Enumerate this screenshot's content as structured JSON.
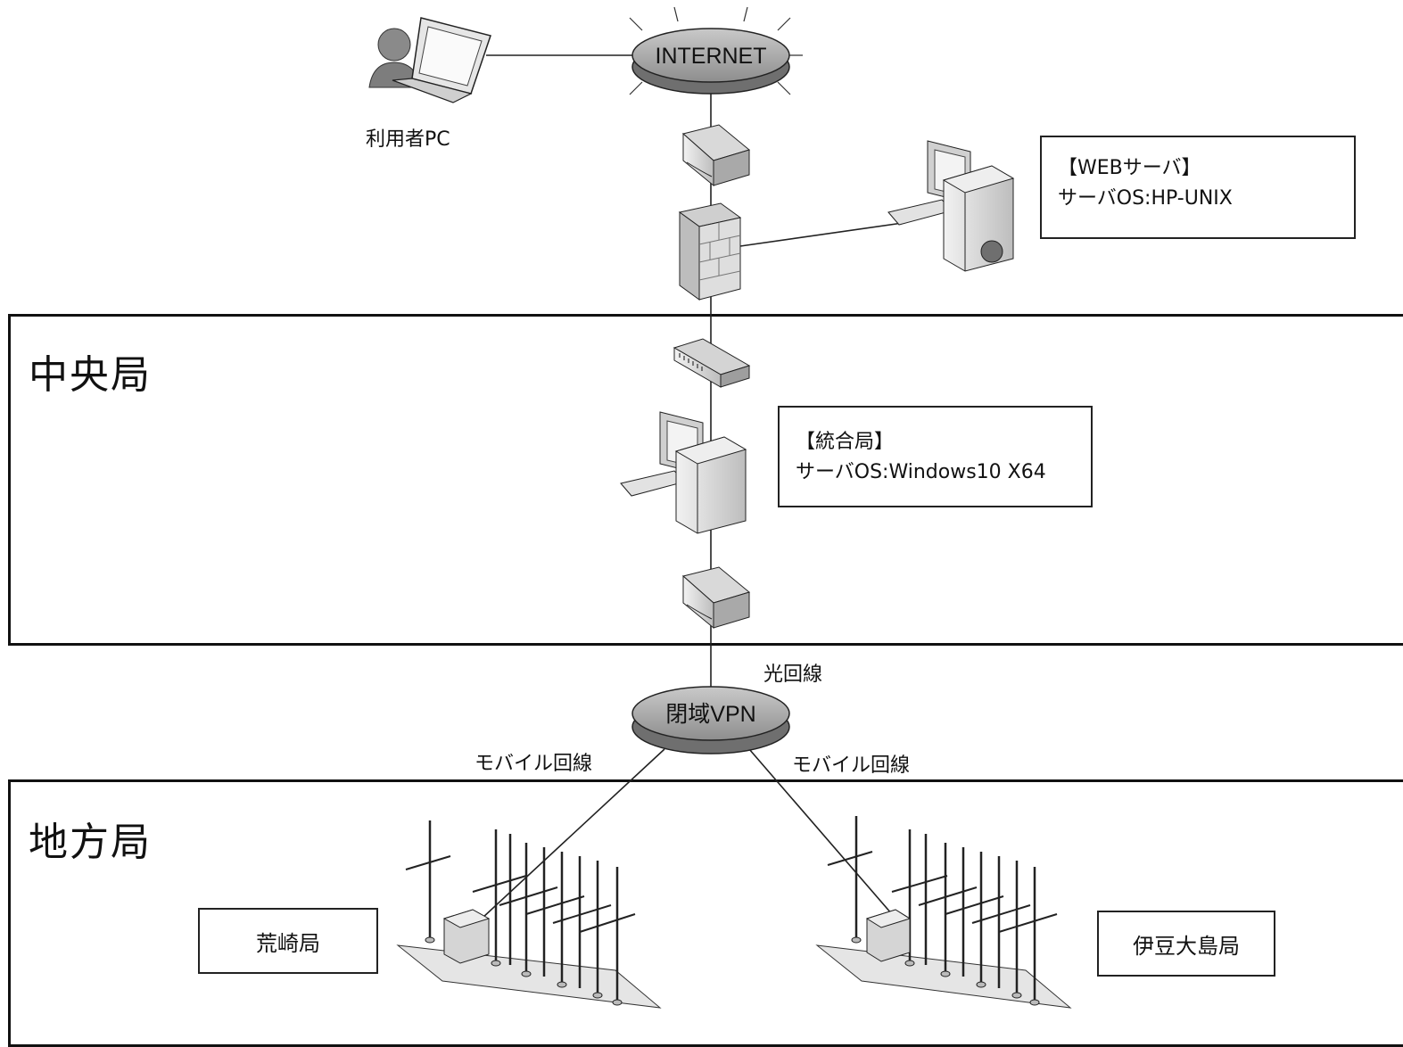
{
  "internet": {
    "label": "INTERNET"
  },
  "user_pc": {
    "label": "利用者PC"
  },
  "web_server": {
    "title": "【WEBサーバ】",
    "os": "サーバOS:HP-UNIX"
  },
  "central_zone": {
    "label": "中央局"
  },
  "integrated_station": {
    "title": "【統合局】",
    "os": "サーバOS:Windows10 X64"
  },
  "fiber_line": {
    "label": "光回線"
  },
  "closed_vpn": {
    "label": "閉域VPN"
  },
  "mobile_line_left": {
    "label": "モバイル回線"
  },
  "mobile_line_right": {
    "label": "モバイル回線"
  },
  "regional_zone": {
    "label": "地方局"
  },
  "station_arasaki": {
    "label": "荒崎局"
  },
  "station_izu_oshima": {
    "label": "伊豆大島局"
  },
  "icons": [
    "user-laptop-icon",
    "router-icon",
    "firewall-icon",
    "server-icon",
    "switch-icon",
    "antenna-array-icon"
  ]
}
